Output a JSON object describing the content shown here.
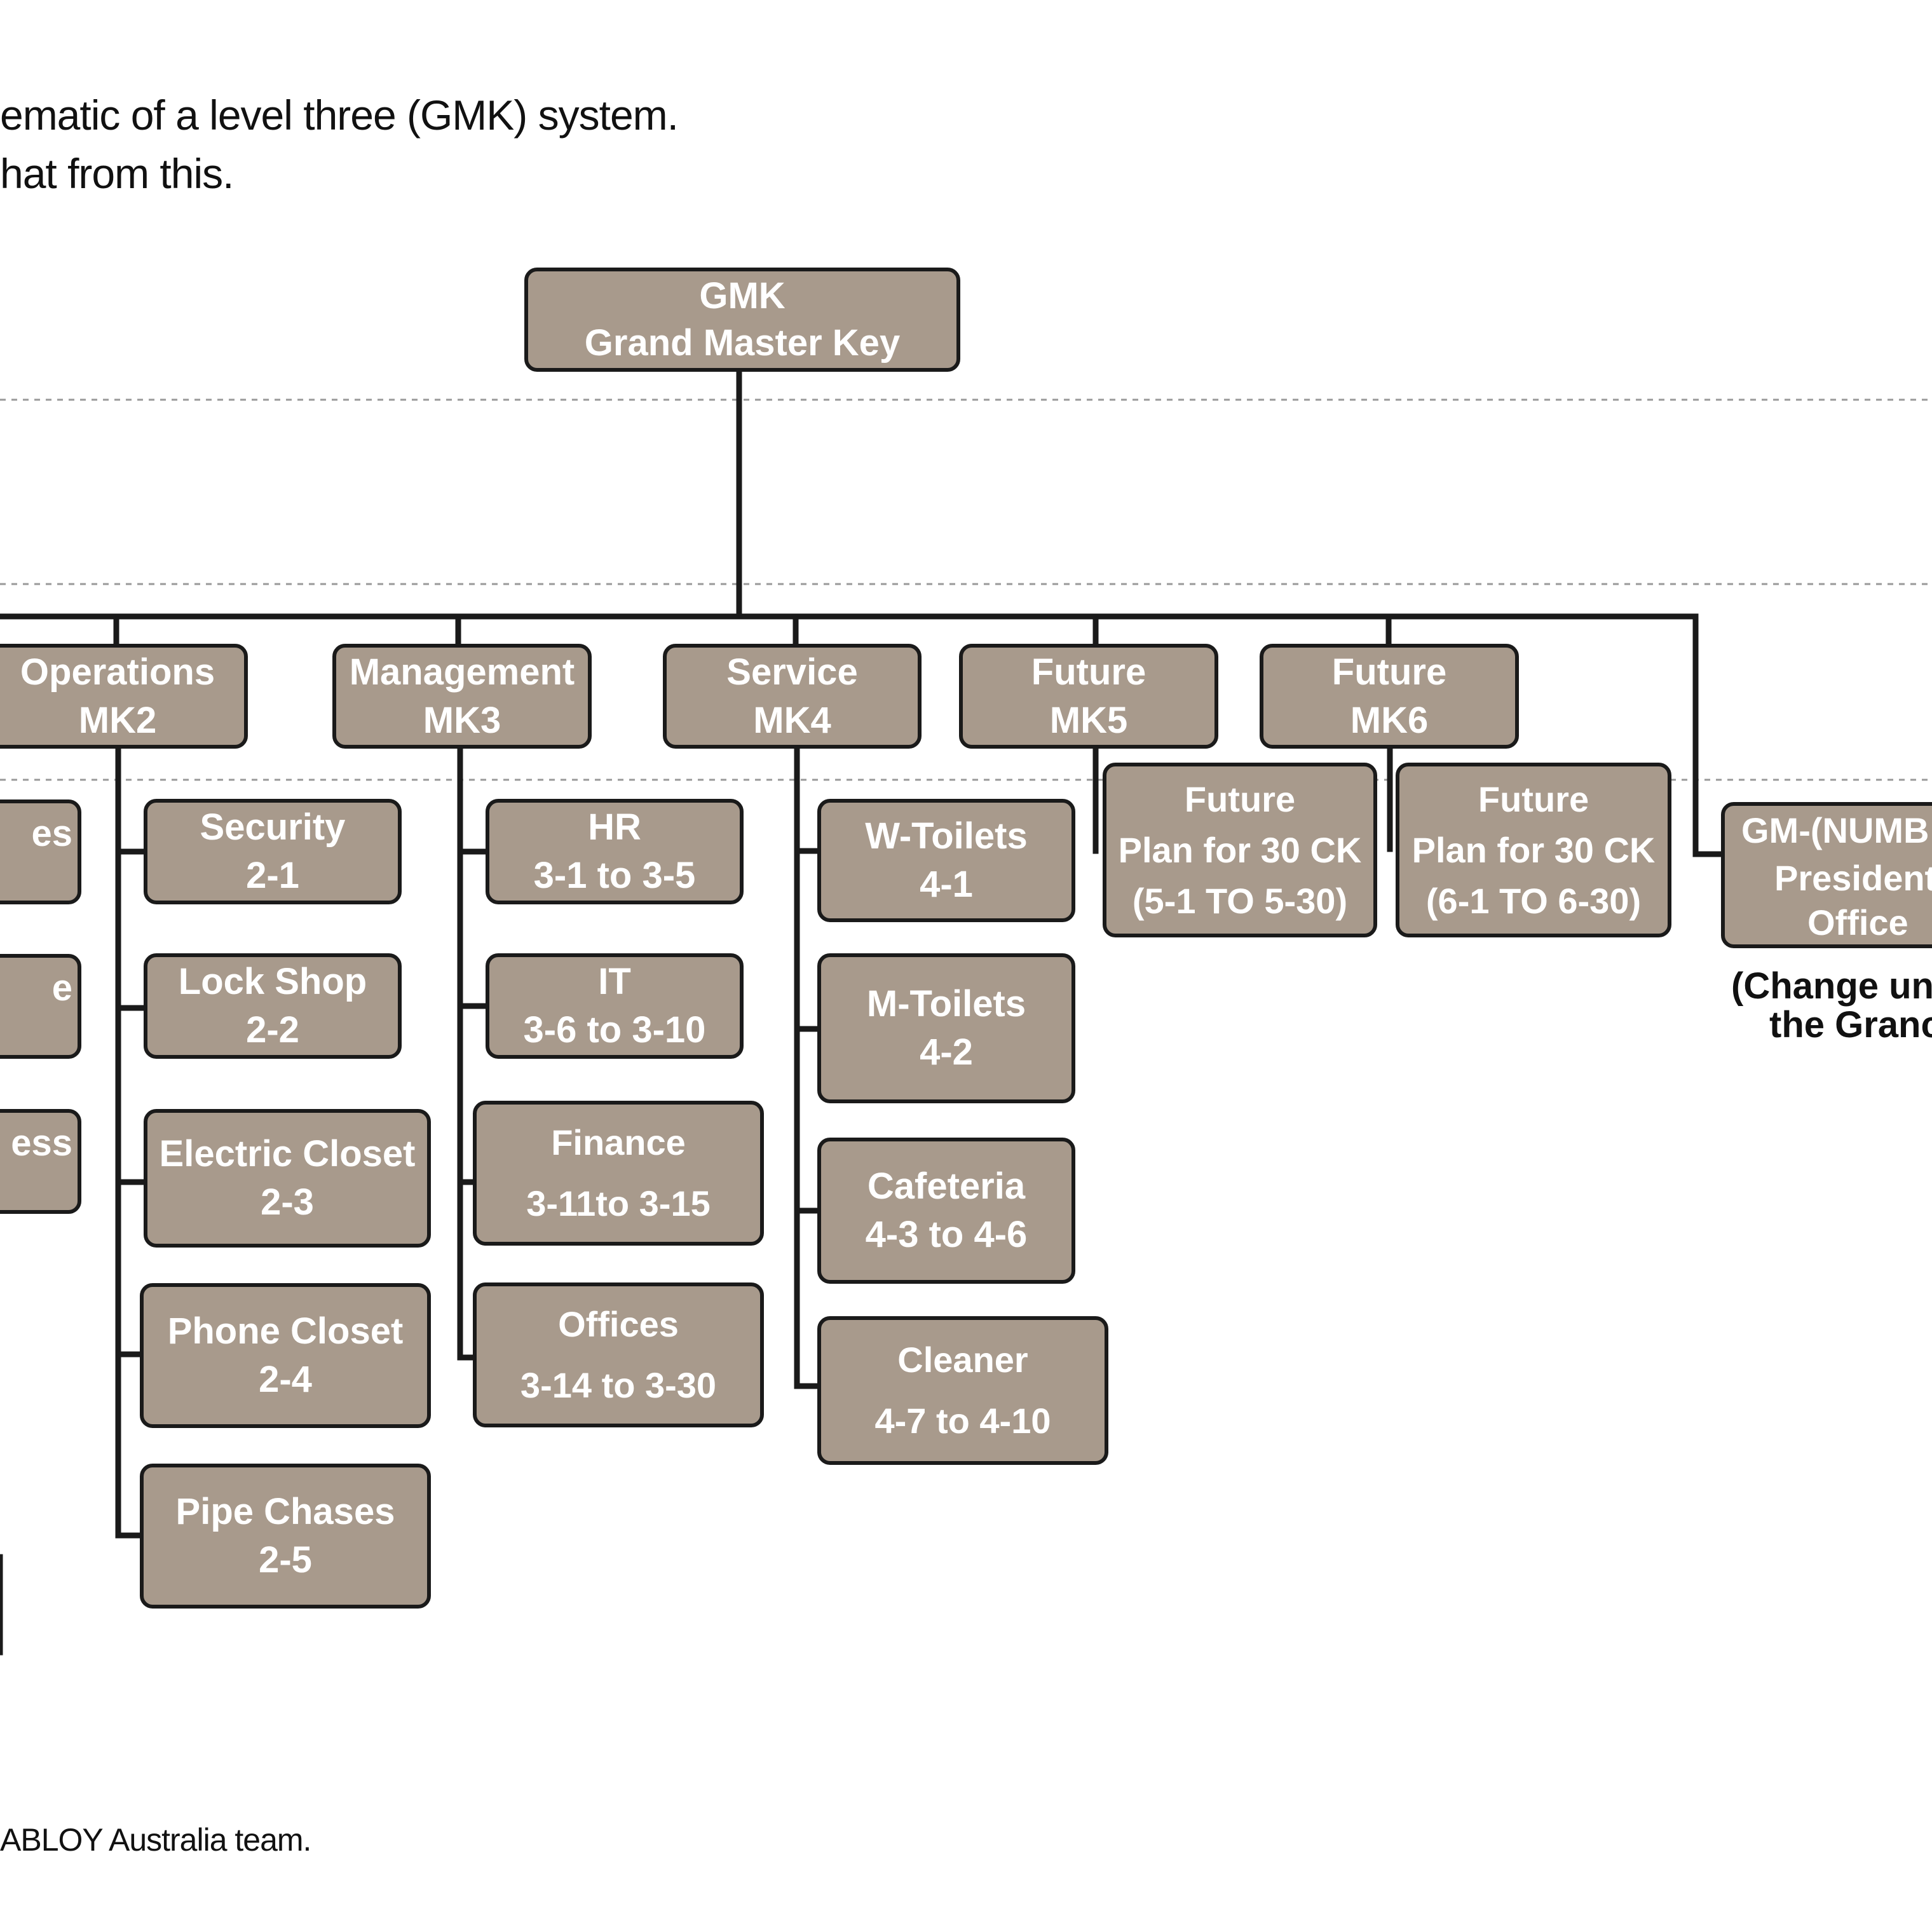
{
  "intro": {
    "line1": "ematic of a level three (GMK) system.",
    "line2": "hat from this."
  },
  "footer": "ABLOY Australia team.",
  "diagram": {
    "root": {
      "line1": "GMK",
      "line2": "Grand Master Key"
    },
    "masters": {
      "mk2": {
        "line1": "Operations",
        "line2": "MK2"
      },
      "mk3": {
        "line1": "Management",
        "line2": "MK3"
      },
      "mk4": {
        "line1": "Service",
        "line2": "MK4"
      },
      "mk5": {
        "line1": "Future",
        "line2": "MK5"
      },
      "mk6": {
        "line1": "Future",
        "line2": "MK6"
      }
    },
    "left_partial": [
      {
        "line1": "es"
      },
      {
        "line1": "e"
      },
      {
        "line1": "ess"
      }
    ],
    "mk2_children": [
      {
        "line1": "Security",
        "line2": "2-1"
      },
      {
        "line1": "Lock Shop",
        "line2": "2-2"
      },
      {
        "line1": "Electric Closet",
        "line2": "2-3"
      },
      {
        "line1": "Phone Closet",
        "line2": "2-4"
      },
      {
        "line1": "Pipe Chases",
        "line2": "2-5"
      }
    ],
    "mk3_children": [
      {
        "line1": "HR",
        "line2": "3-1 to 3-5"
      },
      {
        "line1": "IT",
        "line2": "3-6 to 3-10"
      },
      {
        "line1": "Finance",
        "line2": "3-11to 3-15"
      },
      {
        "line1": "Offices",
        "line2": "3-14 to 3-30"
      }
    ],
    "mk4_children": [
      {
        "line1": "W-Toilets",
        "line2": "4-1"
      },
      {
        "line1": "M-Toilets",
        "line2": "4-2"
      },
      {
        "line1": "Cafeteria",
        "line2": "4-3 to 4-6"
      },
      {
        "line1": "Cleaner",
        "line2": "4-7 to 4-10"
      }
    ],
    "mk5_child": {
      "line1": "Future",
      "line2": "Plan for 30 CK",
      "line3": "(5-1 TO 5-30)"
    },
    "mk6_child": {
      "line1": "Future",
      "line2": "Plan for 30 CK",
      "line3": "(6-1 TO 6-30)"
    },
    "gm_direct": {
      "line1": "GM-(NUMB",
      "line2": "President",
      "line3": "Office"
    },
    "gm_note": {
      "line1": "(Change un",
      "line2": "the Granc"
    }
  }
}
